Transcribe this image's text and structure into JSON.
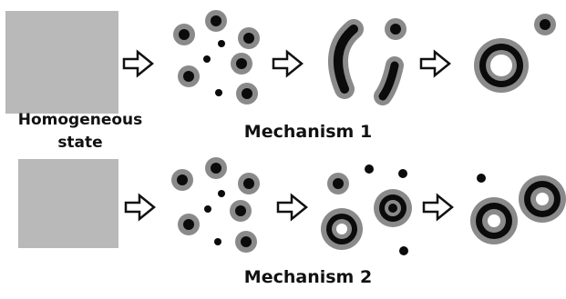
{
  "labels": {
    "homogeneous_line1": "Homogeneous",
    "homogeneous_line2": "state",
    "mechanism1": "Mechanism 1",
    "mechanism2": "Mechanism 2"
  },
  "colors": {
    "square_fill": "#b9b9b9",
    "halo_gray": "#8a8a8a",
    "core_black": "#0b0b0b",
    "arrow_stroke": "#111111",
    "arrow_fill": "#ffffff",
    "label_text": "#111111"
  }
}
